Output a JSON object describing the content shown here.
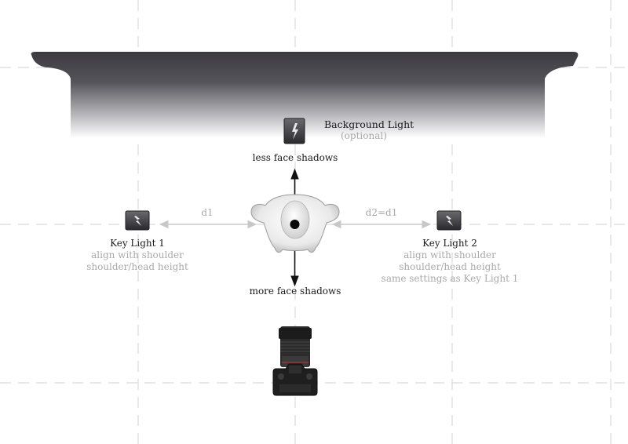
{
  "background_light": {
    "title": "Background Light",
    "note": "(optional)"
  },
  "arrows": {
    "up_label": "less face shadows",
    "down_label": "more face shadows"
  },
  "key_light_1": {
    "title": "Key Light 1",
    "line1": "align with shoulder",
    "line2": "shoulder/head height"
  },
  "key_light_2": {
    "title": "Key Light 2",
    "line1": "align with shoulder",
    "line2": "shoulder/head height",
    "line3": "same settings as Key Light 1"
  },
  "distances": {
    "left": "d1",
    "right": "d2=d1"
  },
  "icons": {
    "flash": "flash-icon",
    "camera": "camera-icon",
    "subject": "subject-top-view-icon"
  },
  "colors": {
    "backdrop": "#3b3a3f",
    "guide": "#d2d2d2",
    "arrow": "#111111",
    "distance_arrow": "#c8c8c8",
    "muted_text": "#a9a9a9"
  }
}
